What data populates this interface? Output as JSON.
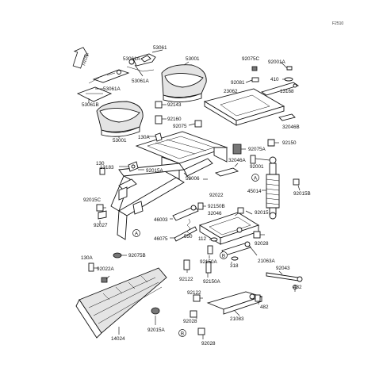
{
  "diagram": {
    "figure_code": "F2510",
    "front_label": "FRONT",
    "labels": {
      "p53061": "53061",
      "p53061A_a": "53061A",
      "p53061A_b": "53061A",
      "p53061B": "53061B",
      "p53001_a": "53001",
      "p53001_b": "53001",
      "p92143": "92143",
      "p92160": "92160",
      "p92075": "92075",
      "p130A_a": "130A",
      "p92075C": "92075C",
      "p92001A": "92001A",
      "p410": "410",
      "p92081": "92081",
      "p23062": "23062",
      "p13168": "13168",
      "p32046B": "32046B",
      "p92150": "92150",
      "p92075A": "92075A",
      "p32046A": "32046A",
      "p130": "130",
      "p13183": "13183",
      "p92015A_a": "92015A",
      "p53006": "53006",
      "p92001": "92001",
      "p45014": "45014",
      "p92015B": "92015B",
      "p92015C": "92015C",
      "p92022": "92022",
      "p92027": "92027",
      "p92150B": "92150B",
      "p46003": "46003",
      "p32046": "32046",
      "p92015": "92015",
      "p92028_a": "92028",
      "p46075": "46075",
      "p550": "550",
      "p112": "112",
      "p92075B": "92075B",
      "p130A_b": "130A",
      "p92022A": "92022A",
      "p92150A_a": "92150A",
      "p318": "318",
      "p21063A": "21063A",
      "p92043": "92043",
      "p92122_a": "92122",
      "p92150A_b": "92150A",
      "p482_a": "482",
      "p92122_b": "92122",
      "p482_b": "482",
      "p21083": "21083",
      "p14024": "14024",
      "p92015A_b": "92015A",
      "p92028_b": "92028",
      "p92028_c": "92028"
    },
    "callouts": {
      "a1": "A",
      "a2": "A",
      "b1": "B",
      "b2": "B"
    }
  }
}
